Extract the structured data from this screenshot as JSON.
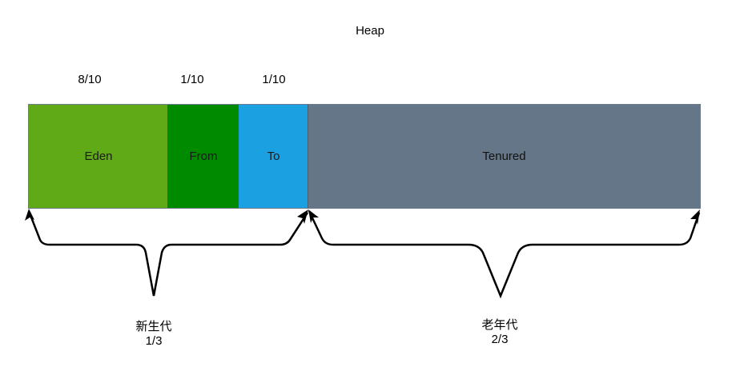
{
  "title": "Heap",
  "ratios": {
    "eden": "8/10",
    "from": "1/10",
    "to": "1/10"
  },
  "regions": {
    "eden": "Eden",
    "from": "From",
    "to": "To",
    "tenured": "Tenured"
  },
  "generations": {
    "young": {
      "name": "新生代",
      "fraction": "1/3"
    },
    "old": {
      "name": "老年代",
      "fraction": "2/3"
    }
  },
  "colors": {
    "eden": "#60a917",
    "from": "#008a00",
    "to": "#1ba1e2",
    "tenured": "#647687"
  }
}
